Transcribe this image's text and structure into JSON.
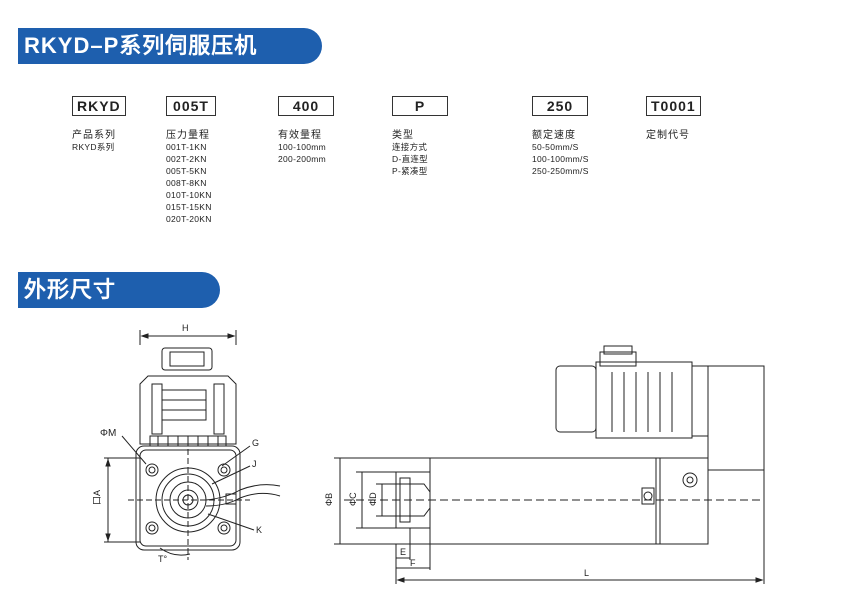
{
  "banner1": "RKYD–P系列伺服压机",
  "banner2": "外形尺寸",
  "columns": [
    {
      "code": "RKYD",
      "title": "产品系列",
      "lines": [
        "RKYD系列"
      ]
    },
    {
      "code": "005T",
      "title": "压力量程",
      "lines": [
        "001T-1KN",
        "002T-2KN",
        "005T-5KN",
        "008T-8KN",
        "010T-10KN",
        "015T-15KN",
        "020T-20KN"
      ]
    },
    {
      "code": "400",
      "title": "有效量程",
      "lines": [
        "100-100mm",
        "200-200mm"
      ]
    },
    {
      "code": "P",
      "title": "类型",
      "lines": [
        "连接方式",
        "D-直连型",
        "P-紧凑型"
      ]
    },
    {
      "code": "250",
      "title": "额定速度",
      "lines": [
        "50-50mm/S",
        "100-100mm/S",
        "250-250mm/S"
      ]
    },
    {
      "code": "T0001",
      "title": "定制代号",
      "lines": []
    }
  ],
  "dims": {
    "H": "H",
    "M": "ΦM",
    "A": "口A",
    "T": "T°",
    "G": "G",
    "J": "J",
    "K": "K",
    "B": "ΦB",
    "C": "ΦC",
    "D": "ΦD",
    "E": "E",
    "F": "F",
    "L": "L"
  }
}
